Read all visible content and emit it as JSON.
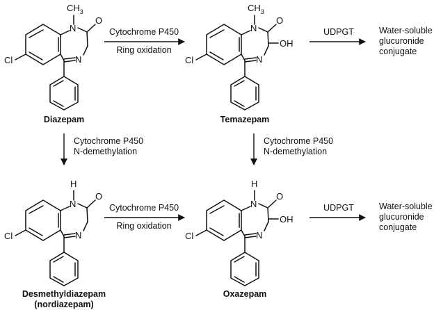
{
  "compounds": {
    "diazepam": {
      "name": "Diazepam",
      "n_sub": "CH",
      "n_sub_index": "3",
      "n": "N",
      "n2": "N",
      "o": "O",
      "cl": "Cl"
    },
    "temazepam": {
      "name": "Temazepam",
      "n_sub": "CH",
      "n_sub_index": "3",
      "n": "N",
      "n2": "N",
      "o": "O",
      "oh": "OH",
      "cl": "Cl"
    },
    "nordiazepam": {
      "name_line1": "Desmethyldiazepam",
      "name_line2": "(nordiazepam)",
      "n_sub": "H",
      "n": "N",
      "n2": "N",
      "o": "O",
      "cl": "Cl"
    },
    "oxazepam": {
      "name": "Oxazepam",
      "n_sub": "H",
      "n": "N",
      "n2": "N",
      "o": "O",
      "oh": "OH",
      "cl": "Cl"
    }
  },
  "arrows": {
    "top": {
      "enzyme": "Cytochrome P450",
      "process": "Ring oxidation"
    },
    "bottom": {
      "enzyme": "Cytochrome P450",
      "process": "Ring oxidation"
    },
    "left_down": {
      "enzyme": "Cytochrome P450",
      "process": "N-demethylation"
    },
    "right_down": {
      "enzyme": "Cytochrome P450",
      "process": "N-demethylation"
    },
    "top_ugt": {
      "enzyme": "UDPGT"
    },
    "bottom_ugt": {
      "enzyme": "UDPGT"
    }
  },
  "products": {
    "top": {
      "line1": "Water-soluble",
      "line2": "glucuronide",
      "line3": "conjugate"
    },
    "bottom": {
      "line1": "Water-soluble",
      "line2": "glucuronide",
      "line3": "conjugate"
    }
  }
}
